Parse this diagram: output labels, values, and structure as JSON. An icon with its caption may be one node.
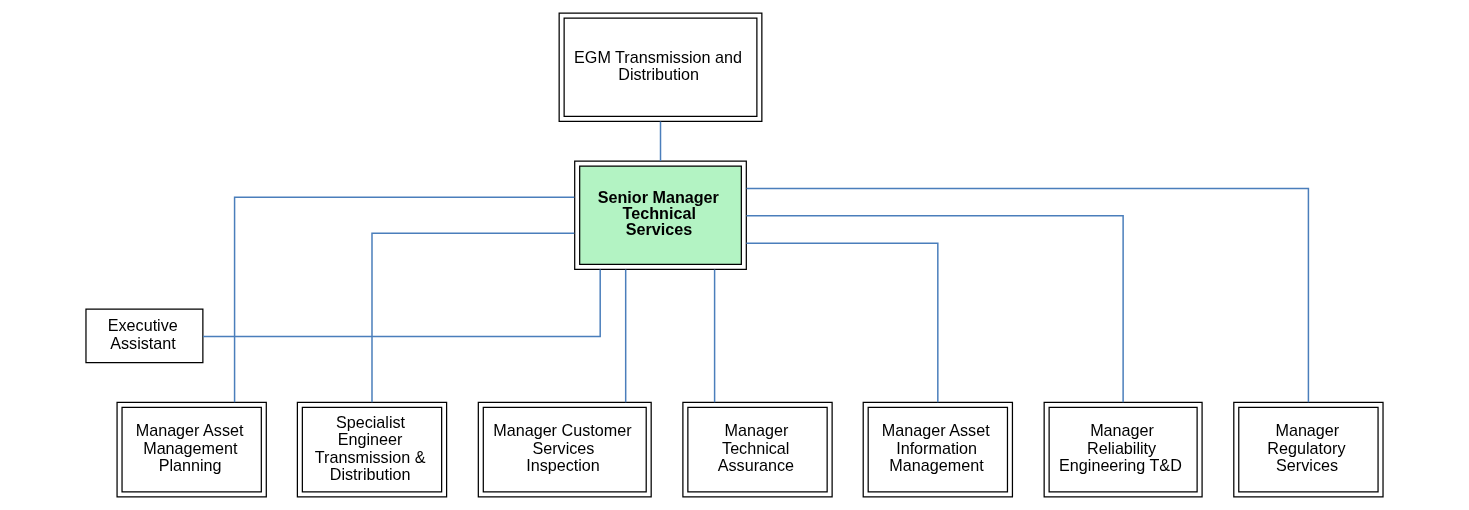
{
  "diagram": {
    "nodes": [
      {
        "text": [
          "EGM Transmission and Distribution"
        ]
      },
      {
        "text": [
          "Senior Manager Technical Services"
        ]
      },
      {
        "text": [
          "Executive Assistant"
        ]
      },
      {
        "text": [
          "Manager Asset Management Planning"
        ]
      },
      {
        "text": [
          "Specialist Engineer Transmission & Distribution"
        ]
      },
      {
        "text": [
          "Manager Customer Services Inspection"
        ]
      },
      {
        "text": [
          "Manager Technical Assurance"
        ]
      },
      {
        "text": [
          "Manager Asset Information Management"
        ]
      },
      {
        "text": [
          "Manager Reliability Engineering T&D"
        ]
      },
      {
        "text": [
          "Manager Regulatory Services"
        ]
      }
    ],
    "edges": [
      {
        "from": 0,
        "to": 1,
        "arrow": "none"
      },
      {
        "from": 1,
        "to": 2,
        "arrow": "none"
      },
      {
        "from": 1,
        "to": 3,
        "arrow": "none"
      },
      {
        "from": 1,
        "to": 4,
        "arrow": "none"
      },
      {
        "from": 1,
        "to": 5,
        "arrow": "none"
      },
      {
        "from": 1,
        "to": 6,
        "arrow": "none"
      },
      {
        "from": 1,
        "to": 7,
        "arrow": "none"
      },
      {
        "from": 1,
        "to": 8,
        "arrow": "none"
      },
      {
        "from": 1,
        "to": 9,
        "arrow": "none"
      }
    ]
  }
}
